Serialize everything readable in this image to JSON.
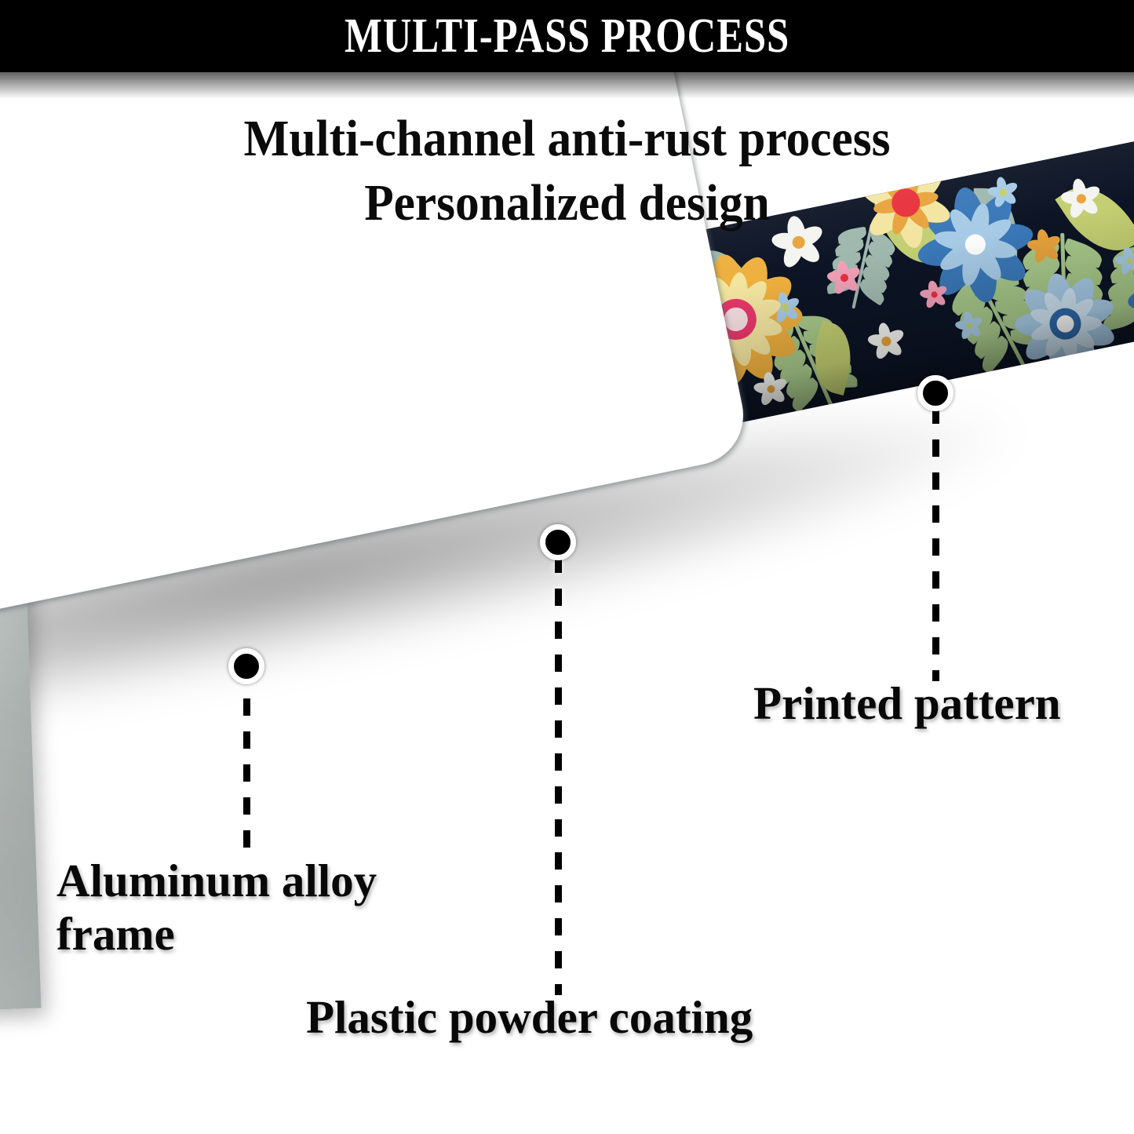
{
  "header": {
    "title": "MULTI-PASS PROCESS",
    "bar_color": "#000000",
    "text_color": "#ffffff"
  },
  "subtitle": {
    "line1": "Multi-channel anti-rust process",
    "line2": "Personalized design",
    "color": "#0b0b0b"
  },
  "product": {
    "description": "License plate frame corner shown in three material layers",
    "segments": [
      {
        "name": "aluminum-alloy",
        "label": "Aluminum alloy frame",
        "color": "#c3c8c6"
      },
      {
        "name": "powder-coating",
        "label": "Plastic powder coating",
        "color": "#332b29"
      },
      {
        "name": "printed-pattern",
        "label": "Printed pattern",
        "color": "#0c1425"
      }
    ]
  },
  "callouts": [
    {
      "id": "aluminum",
      "label": "Aluminum alloy\nframe",
      "marker": "callout-dot",
      "dot_color": "#000000",
      "ring_color": "#ffffff"
    },
    {
      "id": "coating",
      "label": "Plastic powder coating",
      "marker": "callout-dot",
      "dot_color": "#000000",
      "ring_color": "#ffffff"
    },
    {
      "id": "pattern",
      "label": "Printed pattern",
      "marker": "callout-dot",
      "dot_color": "#000000",
      "ring_color": "#ffffff"
    }
  ],
  "palette": {
    "floral_background": "#0c1425",
    "yellow_flower": "#eeb03f",
    "yellow_flower_inner": "#f3e5a0",
    "pink_center": "#e8376a",
    "blue_flower": "#3a78b8",
    "blue_flower_inner": "#a7cbe6",
    "white_flower": "#f4f4f0",
    "leaf_green": "#a8c98a",
    "leaf_sage": "#9fb8ad",
    "leaf_olive": "#c3cf72",
    "orange_small": "#e8a33c",
    "red_center": "#e8303c"
  }
}
